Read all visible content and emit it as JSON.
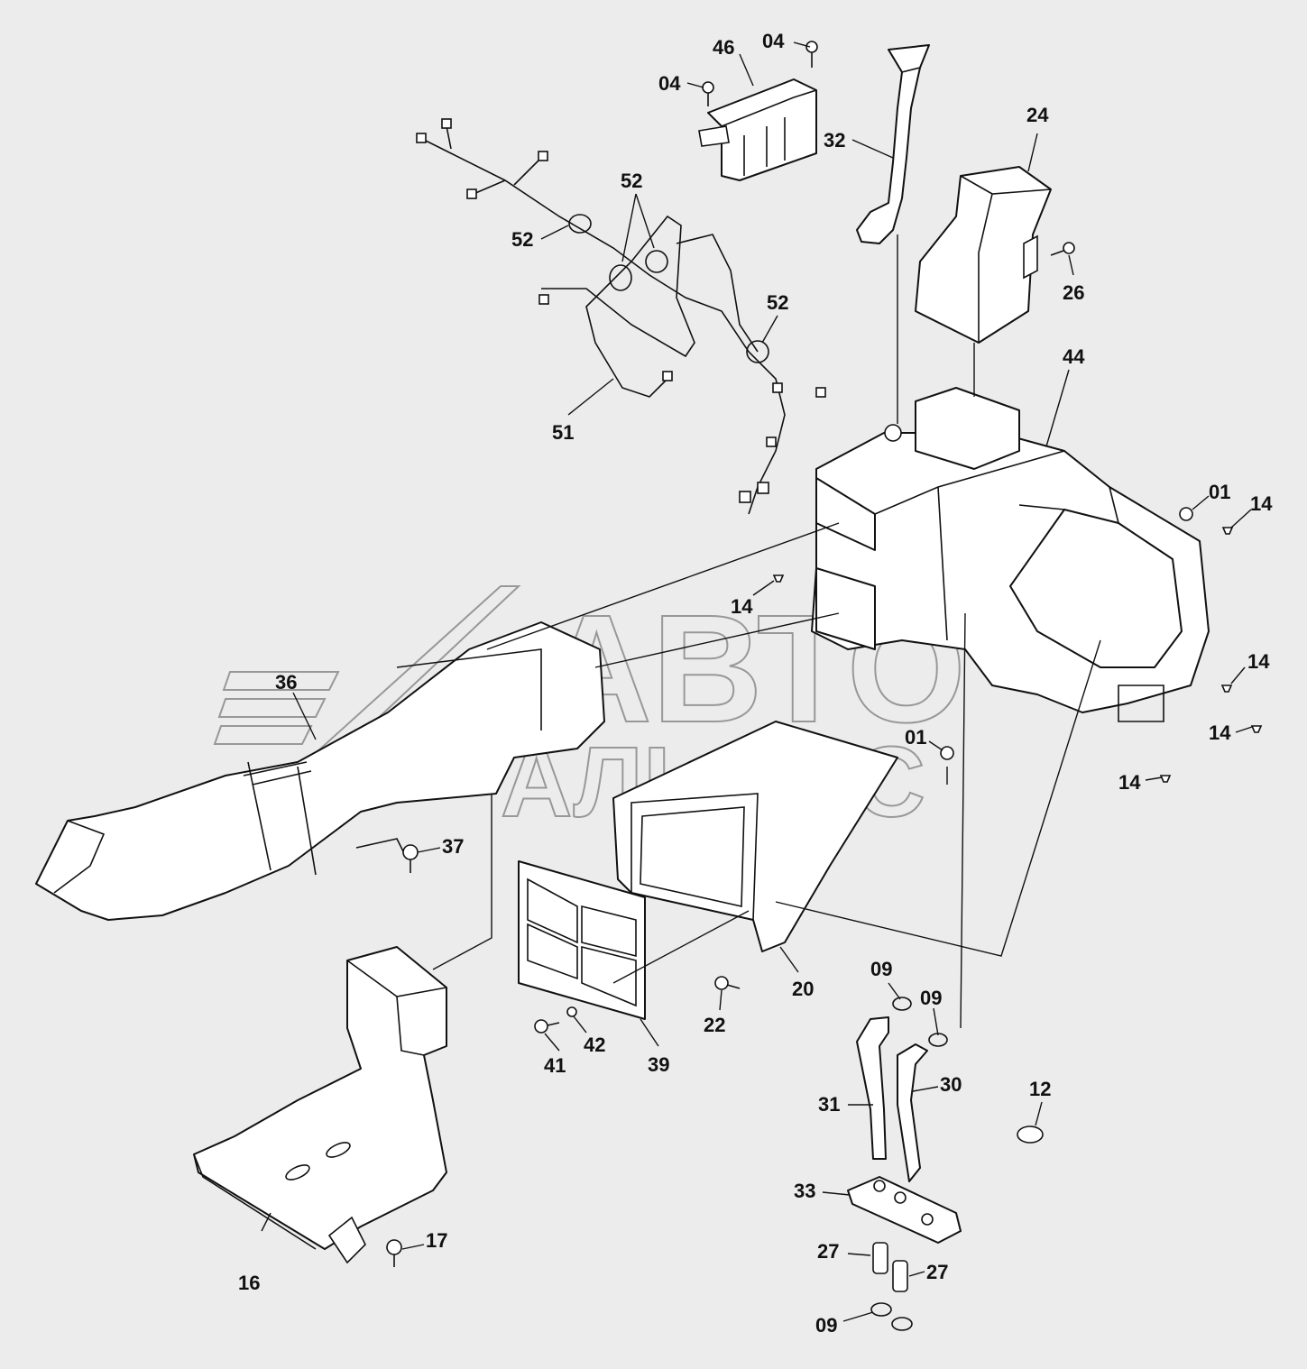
{
  "watermark": {
    "line1": "АВТО",
    "line2": "АЛЬЯНС"
  },
  "callouts": {
    "c46": "46",
    "c04a": "04",
    "c04b": "04",
    "c32": "32",
    "c24": "24",
    "c26": "26",
    "c52a": "52",
    "c52b": "52",
    "c52c": "52",
    "c51": "51",
    "c44": "44",
    "c01a": "01",
    "c14a": "14",
    "c14b": "14",
    "c14c": "14",
    "c14d": "14",
    "c14e": "14",
    "c01b": "01",
    "c36": "36",
    "c37": "37",
    "c20": "20",
    "c22": "22",
    "c39": "39",
    "c41": "41",
    "c42": "42",
    "c09a": "09",
    "c09b": "09",
    "c09c": "09",
    "c31": "31",
    "c30": "30",
    "c12": "12",
    "c33": "33",
    "c27a": "27",
    "c27b": "27",
    "c16": "16",
    "c17": "17"
  },
  "colors": {
    "background": "#ececec",
    "line": "#111111",
    "watermark": "#555555"
  }
}
